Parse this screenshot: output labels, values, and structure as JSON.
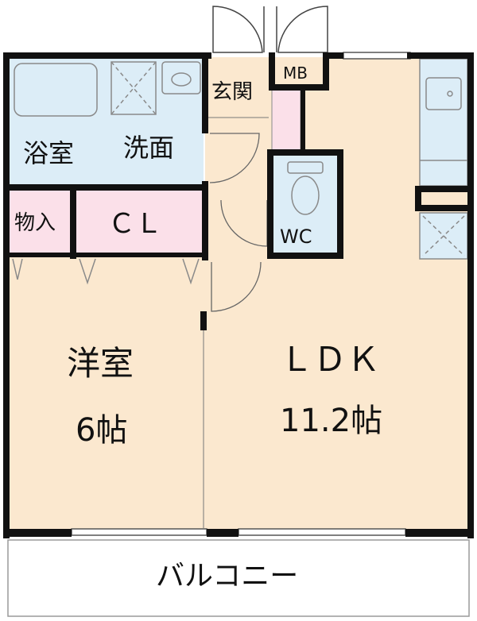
{
  "rooms": {
    "bath": "浴室",
    "washroom": "洗面",
    "entrance": "玄関",
    "meter_box": "MB",
    "storage": "物入",
    "closet": "ＣＬ",
    "toilet": "WC",
    "western_room": "洋室",
    "western_room_size": "6帖",
    "ldk": "ＬＤＫ",
    "ldk_size": "11.2帖",
    "balcony": "バルコニー"
  },
  "colors": {
    "floor_wood": "#fbe8cf",
    "wet_area": "#dcedf7",
    "storage": "#fbe0e9",
    "wall": "#111111",
    "fixture_line": "#8a8a8a"
  }
}
